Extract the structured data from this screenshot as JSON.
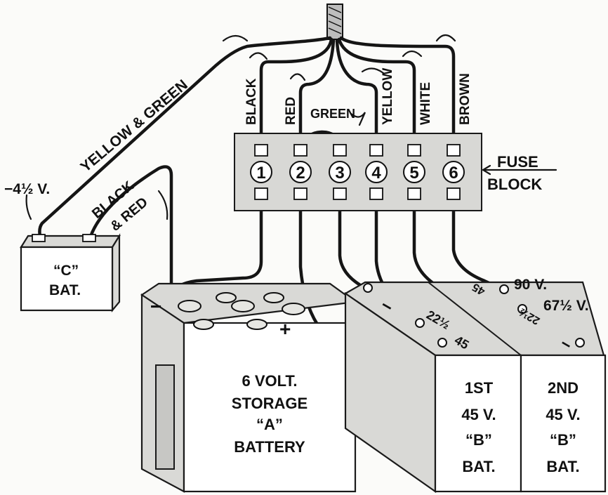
{
  "wire_labels": {
    "yellow_green": "YELLOW & GREEN",
    "black_red_1": "BLACK",
    "black_red_2": "& RED",
    "black": "BLACK",
    "red": "RED",
    "green": "GREEN",
    "yellow": "YELLOW",
    "white": "WHITE",
    "brown": "BROWN"
  },
  "fuse_block": {
    "label_1": "FUSE",
    "label_2": "BLOCK",
    "terminals": [
      "1",
      "2",
      "3",
      "4",
      "5",
      "6"
    ]
  },
  "c_battery": {
    "voltage": "−4½ V.",
    "line_1": "“C”",
    "line_2": "BAT."
  },
  "a_battery": {
    "line_1": "6 VOLT.",
    "line_2": "STORAGE",
    "line_3": "“A”",
    "line_4": "BATTERY",
    "minus": "−",
    "plus": "+"
  },
  "b_batteries": {
    "first": [
      "1ST",
      "45 V.",
      "“B”",
      "BAT."
    ],
    "second": [
      "2ND",
      "45 V.",
      "“B”",
      "BAT."
    ],
    "tap_90": "90 V.",
    "tap_67": "67½ V.",
    "term_22": "22½",
    "term_45a": "45",
    "term_22b": "22½",
    "term_45b": "45",
    "minus": "−"
  }
}
